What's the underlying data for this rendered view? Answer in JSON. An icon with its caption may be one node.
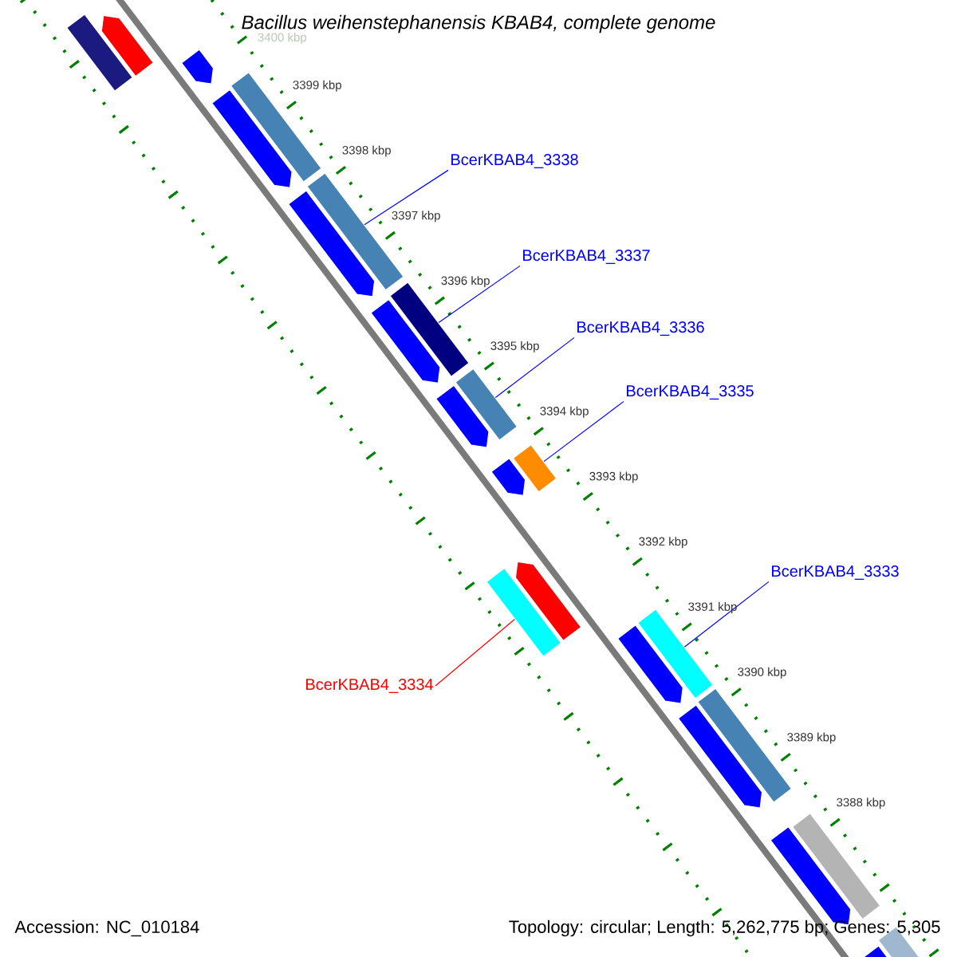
{
  "diagram": {
    "title": "Bacillus weihenstephanensis KBAB4, complete genome",
    "nodes": [
      {
        "text": [
          "BcerKBAB4_3338"
        ]
      },
      {
        "text": [
          "BcerKBAB4_3337"
        ]
      },
      {
        "text": [
          "BcerKBAB4_3336"
        ]
      },
      {
        "text": [
          "BcerKBAB4_3335"
        ]
      },
      {
        "text": [
          "BcerKBAB4_3333"
        ]
      },
      {
        "text": [
          "BcerKBAB4_3334"
        ]
      },
      {
        "text": [],
        "shape": "bar"
      },
      {
        "text": [],
        "shape": "pentagon"
      },
      {
        "text": [],
        "shape": "pentagon"
      },
      {
        "text": [],
        "shape": "bar"
      },
      {
        "text": [],
        "shape": "pentagon"
      },
      {
        "text": [],
        "shape": "bar"
      },
      {
        "text": [],
        "shape": "pentagon"
      },
      {
        "text": [],
        "shape": "bar"
      },
      {
        "text": [],
        "shape": "pentagon"
      },
      {
        "text": [],
        "shape": "bar"
      },
      {
        "text": [],
        "shape": "pentagon"
      },
      {
        "text": [],
        "shape": "bar"
      },
      {
        "text": [],
        "shape": "pentagon"
      },
      {
        "text": [],
        "shape": "bar"
      },
      {
        "text": [],
        "shape": "pentagon"
      },
      {
        "text": [],
        "shape": "pentagon"
      },
      {
        "text": [],
        "shape": "bar"
      },
      {
        "text": [],
        "shape": "pentagon"
      },
      {
        "text": [],
        "shape": "bar"
      },
      {
        "text": [],
        "shape": "pentagon"
      },
      {
        "text": [],
        "shape": "bar"
      },
      {
        "text": [],
        "shape": "pentagon"
      },
      {
        "text": [],
        "shape": "bar"
      }
    ],
    "edges": [
      {
        "from": 0,
        "to": 11,
        "arrow": "none"
      },
      {
        "from": 1,
        "to": 13,
        "arrow": "none"
      },
      {
        "from": 2,
        "to": 15,
        "arrow": "none"
      },
      {
        "from": 3,
        "to": 17,
        "arrow": "none"
      },
      {
        "from": 4,
        "to": 22,
        "arrow": "none"
      },
      {
        "from": 5,
        "to": 19,
        "arrow": "none",
        "color": "#ff0000"
      }
    ],
    "labels": [
      "3400 kbp",
      "3399 kbp",
      "3398 kbp",
      "3397 kbp",
      "3396 kbp",
      "3395 kbp",
      "3394 kbp",
      "3393 kbp",
      "3392 kbp",
      "3391 kbp",
      "3390 kbp",
      "3389 kbp",
      "3388 kbp",
      "Accession: NC_010184",
      "Topology: circular; Length: 5,262,775 bp; Genes: 5,305"
    ]
  }
}
